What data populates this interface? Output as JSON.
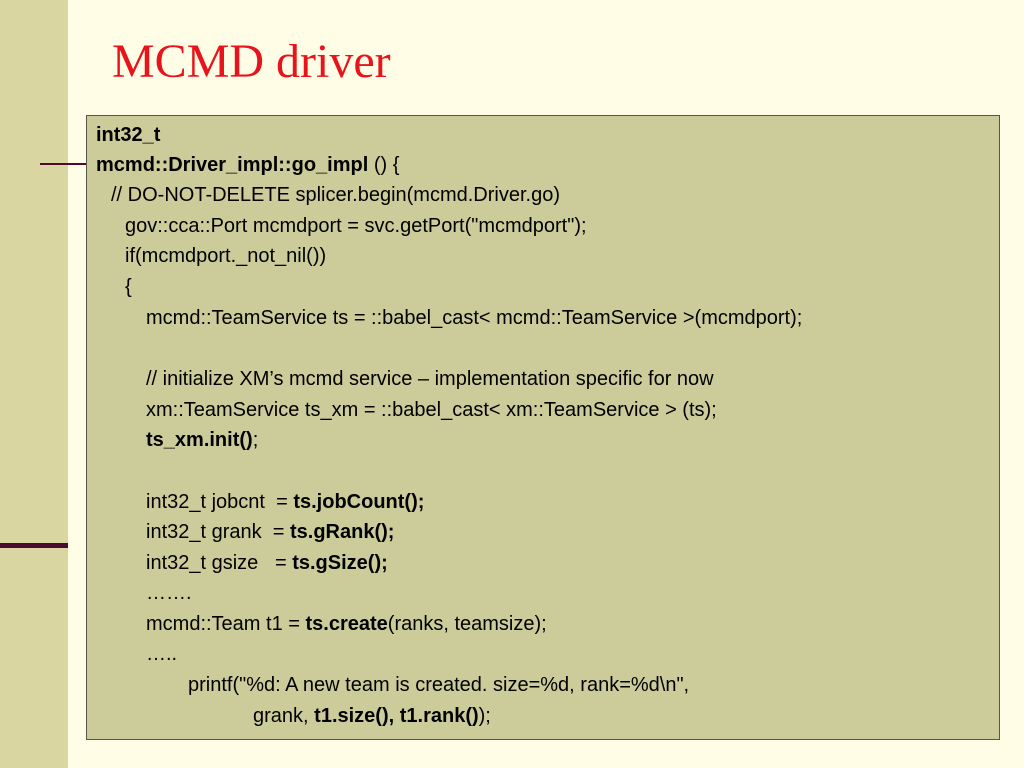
{
  "slide": {
    "title": "MCMD driver"
  },
  "code": {
    "line1": "int32_t",
    "line2_a": "mcmd::Driver_impl::go_impl",
    "line2_b": " () {",
    "line3": "// DO-NOT-DELETE splicer.begin(mcmd.Driver.go)",
    "line4": "gov::cca::Port mcmdport = svc.getPort(\"mcmdport\");",
    "line5": "if(mcmdport._not_nil())",
    "line6": "{",
    "line7": "mcmd::TeamService ts = ::babel_cast< mcmd::TeamService >(mcmdport);",
    "line9": "// initialize XM’s mcmd service – implementation specific for now",
    "line10": "xm::TeamService ts_xm = ::babel_cast< xm::TeamService > (ts);",
    "line11_a": "ts_xm.init()",
    "line11_b": ";",
    "line13_a": "int32_t jobcnt  = ",
    "line13_b": "ts.jobCount();",
    "line14_a": "int32_t grank  = ",
    "line14_b": "ts.gRank();",
    "line15_a": "int32_t gsize   = ",
    "line15_b": "ts.gSize();",
    "line16": "…….",
    "line17_a": "mcmd::Team t1 = ",
    "line17_b": "ts.create",
    "line17_c": "(ranks, teamsize);",
    "line18": "…..",
    "line19": "printf(\"%d: A new team is created. size=%d, rank=%d\\n\",",
    "line20_a": "grank, ",
    "line20_b": "t1.size(), t1.rank()",
    "line20_c": ");"
  },
  "colors": {
    "background": "#fffde6",
    "side_band": "#d9d6a2",
    "accent_rule": "#4c0a2e",
    "title": "#e8141c",
    "code_box": "#cccc9b"
  }
}
